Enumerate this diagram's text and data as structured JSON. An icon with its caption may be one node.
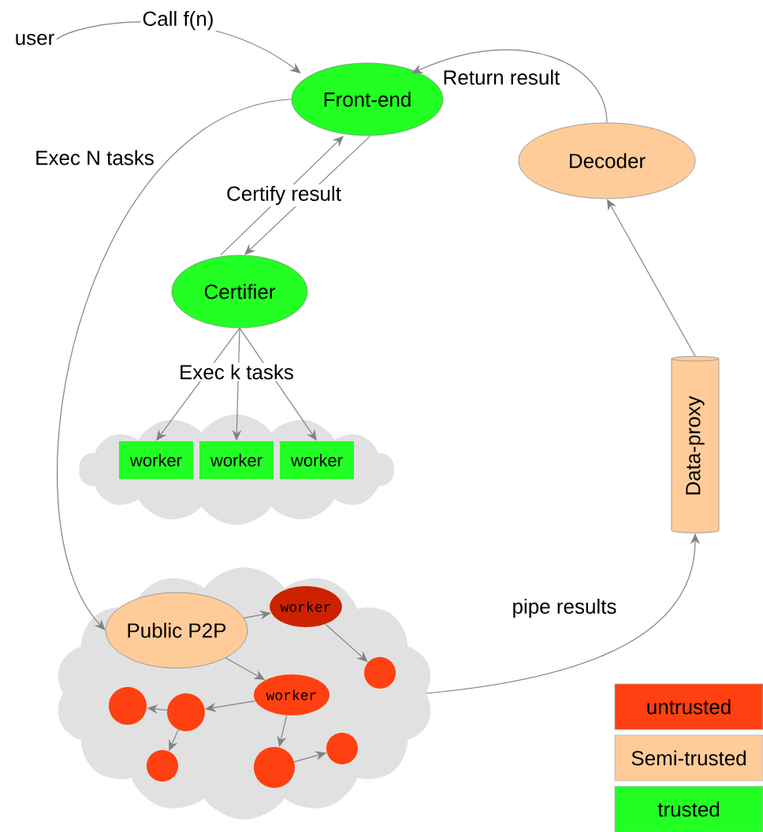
{
  "diagram": {
    "nodes": [
      {
        "text": [
          "user"
        ]
      },
      {
        "text": [
          "Front-end"
        ]
      },
      {
        "text": [
          "Decoder"
        ]
      },
      {
        "text": [
          "Certifier"
        ]
      },
      {
        "text": [],
        "shape": "cloud"
      },
      {
        "text": [
          "worker"
        ],
        "in": 4
      },
      {
        "text": [
          "worker"
        ],
        "in": 4
      },
      {
        "text": [
          "worker"
        ],
        "in": 4
      },
      {
        "text": [
          "Data-proxy"
        ]
      },
      {
        "text": [],
        "shape": "cloud"
      },
      {
        "text": [
          "Public P2P"
        ],
        "in": 9
      },
      {
        "text": [
          "worker"
        ],
        "in": 9
      },
      {
        "text": [],
        "shape": "circle",
        "in": 9
      },
      {
        "text": [
          "worker"
        ],
        "in": 9
      },
      {
        "text": [],
        "shape": "circle",
        "in": 9
      },
      {
        "text": [],
        "shape": "circle",
        "in": 9
      },
      {
        "text": [],
        "shape": "circle",
        "in": 9
      },
      {
        "text": [],
        "shape": "circle",
        "in": 9
      },
      {
        "text": [],
        "shape": "circle",
        "in": 9
      }
    ],
    "edges": [
      {
        "from": 0,
        "to": 1,
        "arrow": "to",
        "label": "Call f(n)"
      },
      {
        "from": 2,
        "to": 1,
        "arrow": "to",
        "label": "Return result"
      },
      {
        "from": 3,
        "to": 1,
        "arrow": "to",
        "label": "Certify result"
      },
      {
        "from": 1,
        "to": 3,
        "arrow": "to"
      },
      {
        "from": 3,
        "to": 5,
        "arrow": "to"
      },
      {
        "from": 3,
        "to": 6,
        "arrow": "to",
        "label": "Exec k tasks"
      },
      {
        "from": 3,
        "to": 7,
        "arrow": "to"
      },
      {
        "from": 1,
        "to": 10,
        "arrow": "to",
        "label": "Exec N tasks"
      },
      {
        "from": 8,
        "to": 2,
        "arrow": "to"
      },
      {
        "from": 9,
        "to": 8,
        "arrow": "to",
        "label": "pipe results"
      },
      {
        "from": 10,
        "to": 11,
        "arrow": "to"
      },
      {
        "from": 10,
        "to": 13,
        "arrow": "to"
      },
      {
        "from": 11,
        "to": 12,
        "arrow": "to"
      },
      {
        "from": 13,
        "to": 15,
        "arrow": "to"
      },
      {
        "from": 15,
        "to": 14,
        "arrow": "to"
      },
      {
        "from": 15,
        "to": 16,
        "arrow": "to"
      },
      {
        "from": 13,
        "to": 17,
        "arrow": "to"
      },
      {
        "from": 17,
        "to": 18,
        "arrow": "to"
      }
    ],
    "legend": [
      {
        "text": "untrusted",
        "color": "#ff4010"
      },
      {
        "text": "Semi-trusted",
        "color": "#ffcc99"
      },
      {
        "text": "trusted",
        "color": "#22ff22"
      }
    ]
  }
}
